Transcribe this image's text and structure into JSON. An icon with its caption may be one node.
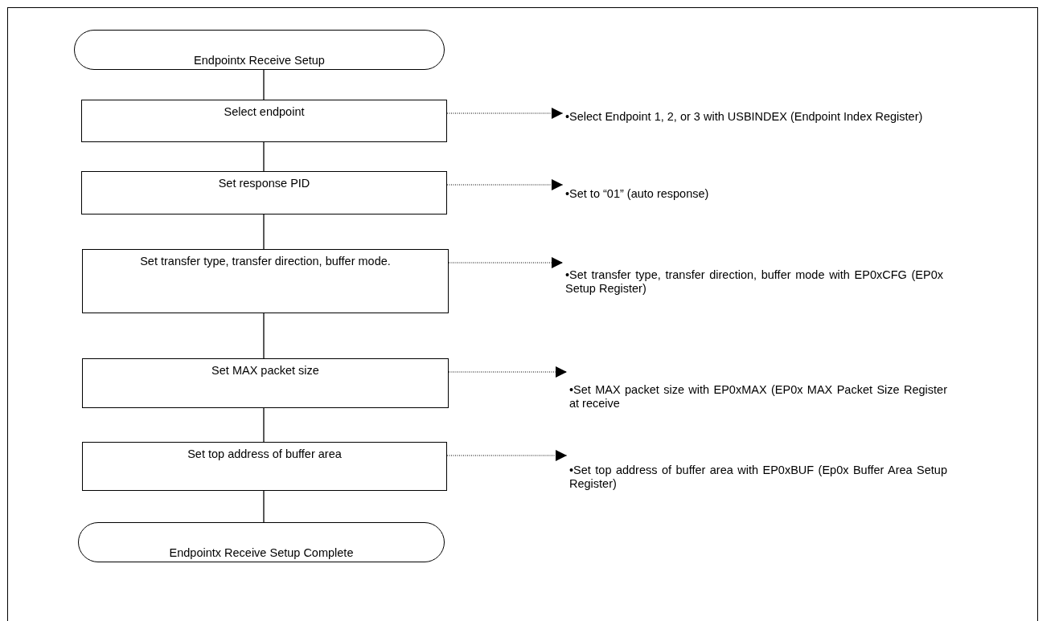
{
  "diagram": {
    "nodes": [
      {
        "text": [
          "Endpointx Receive Setup"
        ]
      },
      {
        "text": [
          "Select endpoint"
        ]
      },
      {
        "text": [
          "Set response PID"
        ]
      },
      {
        "text": [
          "Set transfer type, transfer direction, buffer mode."
        ]
      },
      {
        "text": [
          "Set MAX packet size"
        ]
      },
      {
        "text": [
          "Set top address of buffer area"
        ]
      },
      {
        "text": [
          "Endpointx Receive Setup Complete"
        ]
      },
      {
        "text": [
          "•Select Endpoint 1, 2, or 3 with USBINDEX (Endpoint Index Register)"
        ]
      },
      {
        "text": [
          "•Set to “01” (auto response)"
        ]
      },
      {
        "text": [
          "•Set transfer type, transfer direction, buffer mode with EP0xCFG (EP0x Setup Register)"
        ]
      },
      {
        "text": [
          "•Set MAX packet size with EP0xMAX (EP0x MAX Packet Size Register at receive"
        ]
      },
      {
        "text": [
          "•Set top address of buffer area with EP0xBUF (Ep0x Buffer Area Setup Register)"
        ]
      }
    ],
    "edges": [
      {
        "from": 0,
        "to": 1,
        "arrow": "none"
      },
      {
        "from": 1,
        "to": 2,
        "arrow": "none"
      },
      {
        "from": 2,
        "to": 3,
        "arrow": "none"
      },
      {
        "from": 3,
        "to": 4,
        "arrow": "none"
      },
      {
        "from": 4,
        "to": 5,
        "arrow": "none"
      },
      {
        "from": 5,
        "to": 6,
        "arrow": "none"
      },
      {
        "from": 1,
        "to": 7,
        "arrow": "to",
        "style": "dashed"
      },
      {
        "from": 2,
        "to": 8,
        "arrow": "to",
        "style": "dashed"
      },
      {
        "from": 3,
        "to": 9,
        "arrow": "to",
        "style": "dashed"
      },
      {
        "from": 4,
        "to": 10,
        "arrow": "to",
        "style": "dashed"
      },
      {
        "from": 5,
        "to": 11,
        "arrow": "to",
        "style": "dashed"
      }
    ]
  }
}
